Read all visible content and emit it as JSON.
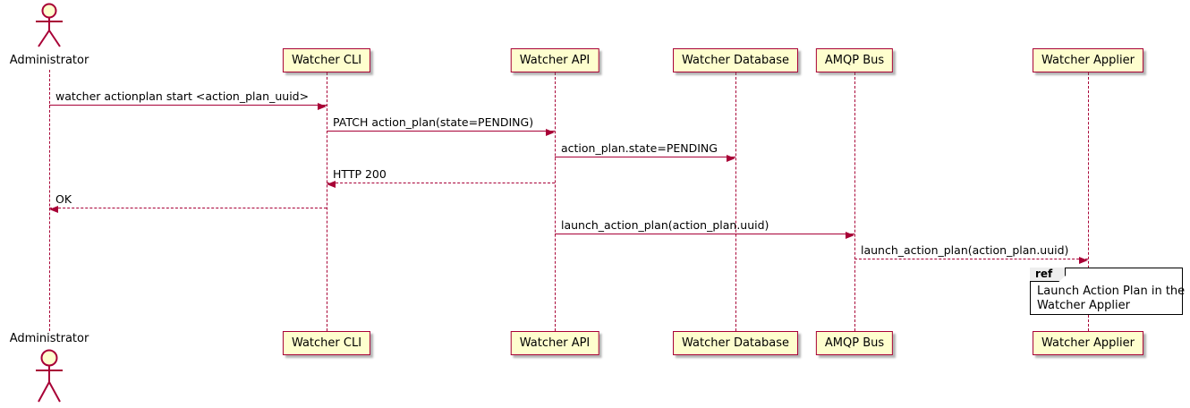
{
  "diagram": {
    "type": "uml-sequence",
    "actor": {
      "label": "Administrator"
    },
    "participants": [
      {
        "label": "Watcher CLI"
      },
      {
        "label": "Watcher API"
      },
      {
        "label": "Watcher Database"
      },
      {
        "label": "AMQP Bus"
      },
      {
        "label": "Watcher Applier"
      }
    ],
    "messages": [
      {
        "from": "Administrator",
        "to": "Watcher CLI",
        "label": "watcher actionplan start <action_plan_uuid>",
        "line": "solid",
        "direction": "right"
      },
      {
        "from": "Watcher CLI",
        "to": "Watcher API",
        "label": "PATCH action_plan(state=PENDING)",
        "line": "solid",
        "direction": "right"
      },
      {
        "from": "Watcher API",
        "to": "Watcher Database",
        "label": "action_plan.state=PENDING",
        "line": "solid",
        "direction": "right"
      },
      {
        "from": "Watcher API",
        "to": "Watcher CLI",
        "label": "HTTP 200",
        "line": "dashed",
        "direction": "left"
      },
      {
        "from": "Watcher CLI",
        "to": "Administrator",
        "label": "OK",
        "line": "dashed",
        "direction": "left"
      },
      {
        "from": "Watcher API",
        "to": "AMQP Bus",
        "label": "launch_action_plan(action_plan.uuid)",
        "line": "solid",
        "direction": "right"
      },
      {
        "from": "AMQP Bus",
        "to": "Watcher Applier",
        "label": "launch_action_plan(action_plan.uuid)",
        "line": "dashed",
        "direction": "right"
      }
    ],
    "ref": {
      "keyword": "ref",
      "over": "Watcher Applier",
      "line1": "Launch Action Plan in the",
      "line2": "Watcher Applier"
    },
    "colors": {
      "stroke": "#A80036",
      "participant_fill": "#FEFECE",
      "ref_border": "#000000",
      "background": "#FFFFFF"
    }
  }
}
